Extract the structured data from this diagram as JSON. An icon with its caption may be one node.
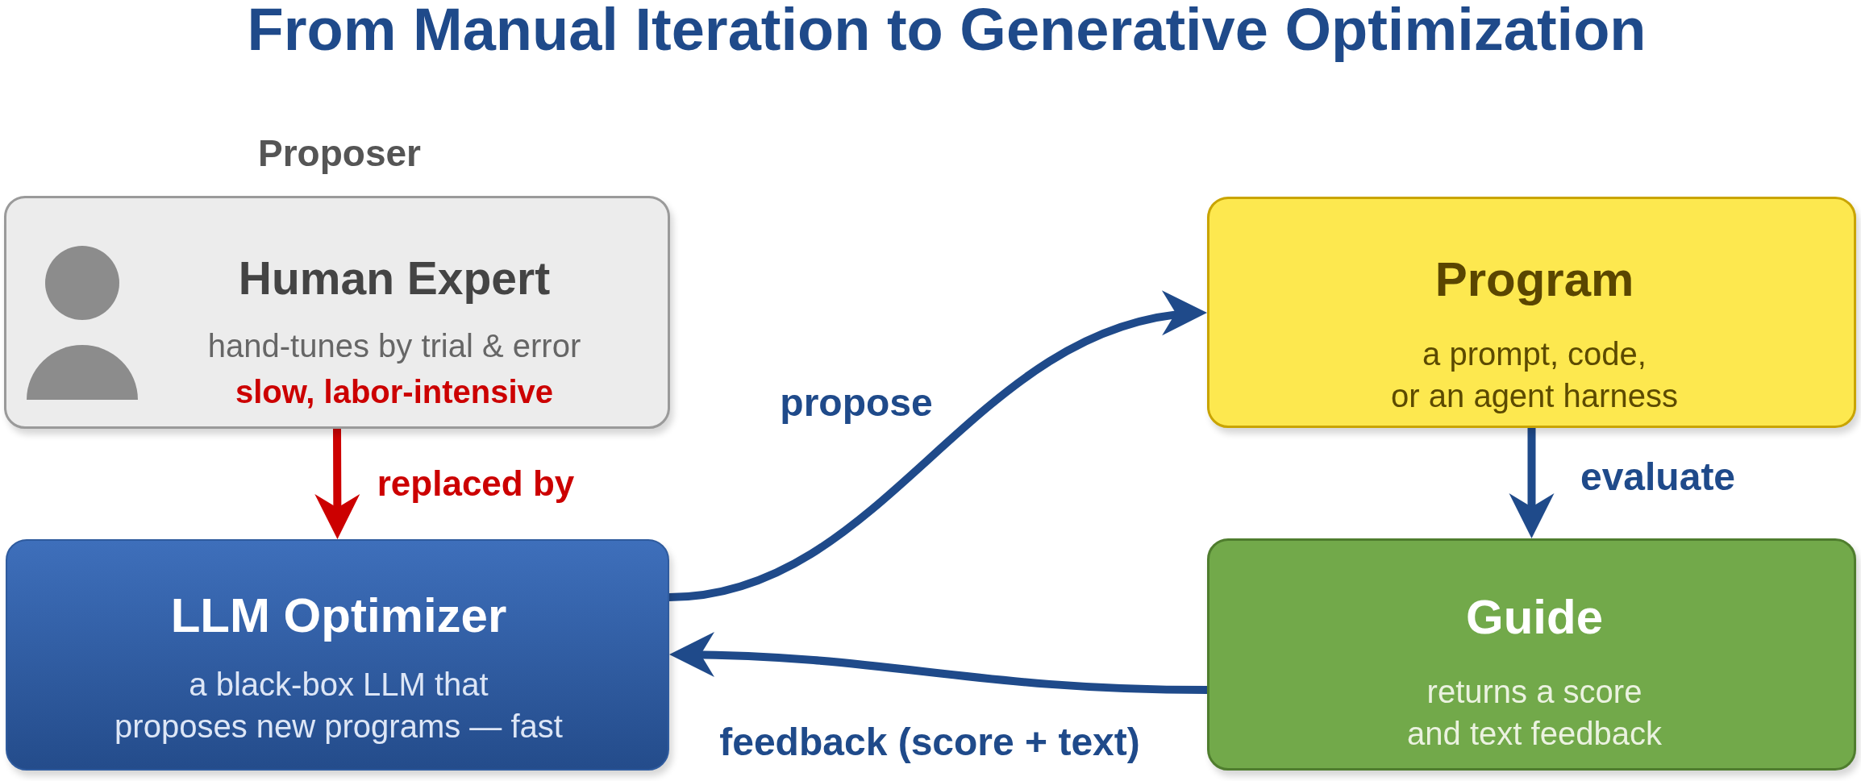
{
  "diagram": {
    "title": "From Manual Iteration to Generative Optimization",
    "nodes": [
      {
        "text": [
          "Proposer",
          "Human Expert",
          "hand-tunes by trial & error",
          "slow, labor-intensive"
        ]
      },
      {
        "text": [
          "LLM Optimizer",
          "a black-box LLM that proposes new programs — fast"
        ]
      },
      {
        "text": [
          "Program",
          "a prompt, code, or an agent harness"
        ]
      },
      {
        "text": [
          "Guide",
          "returns a score and text feedback"
        ]
      }
    ],
    "edges": [
      {
        "from": 0,
        "to": 1,
        "arrow": "to",
        "label": "replaced by",
        "color": "#cc0000"
      },
      {
        "from": 1,
        "to": 2,
        "arrow": "to",
        "label": "propose"
      },
      {
        "from": 2,
        "to": 3,
        "arrow": "to",
        "label": "evaluate"
      },
      {
        "from": 3,
        "to": 1,
        "arrow": "to",
        "label": "feedback (score + text)"
      }
    ]
  }
}
